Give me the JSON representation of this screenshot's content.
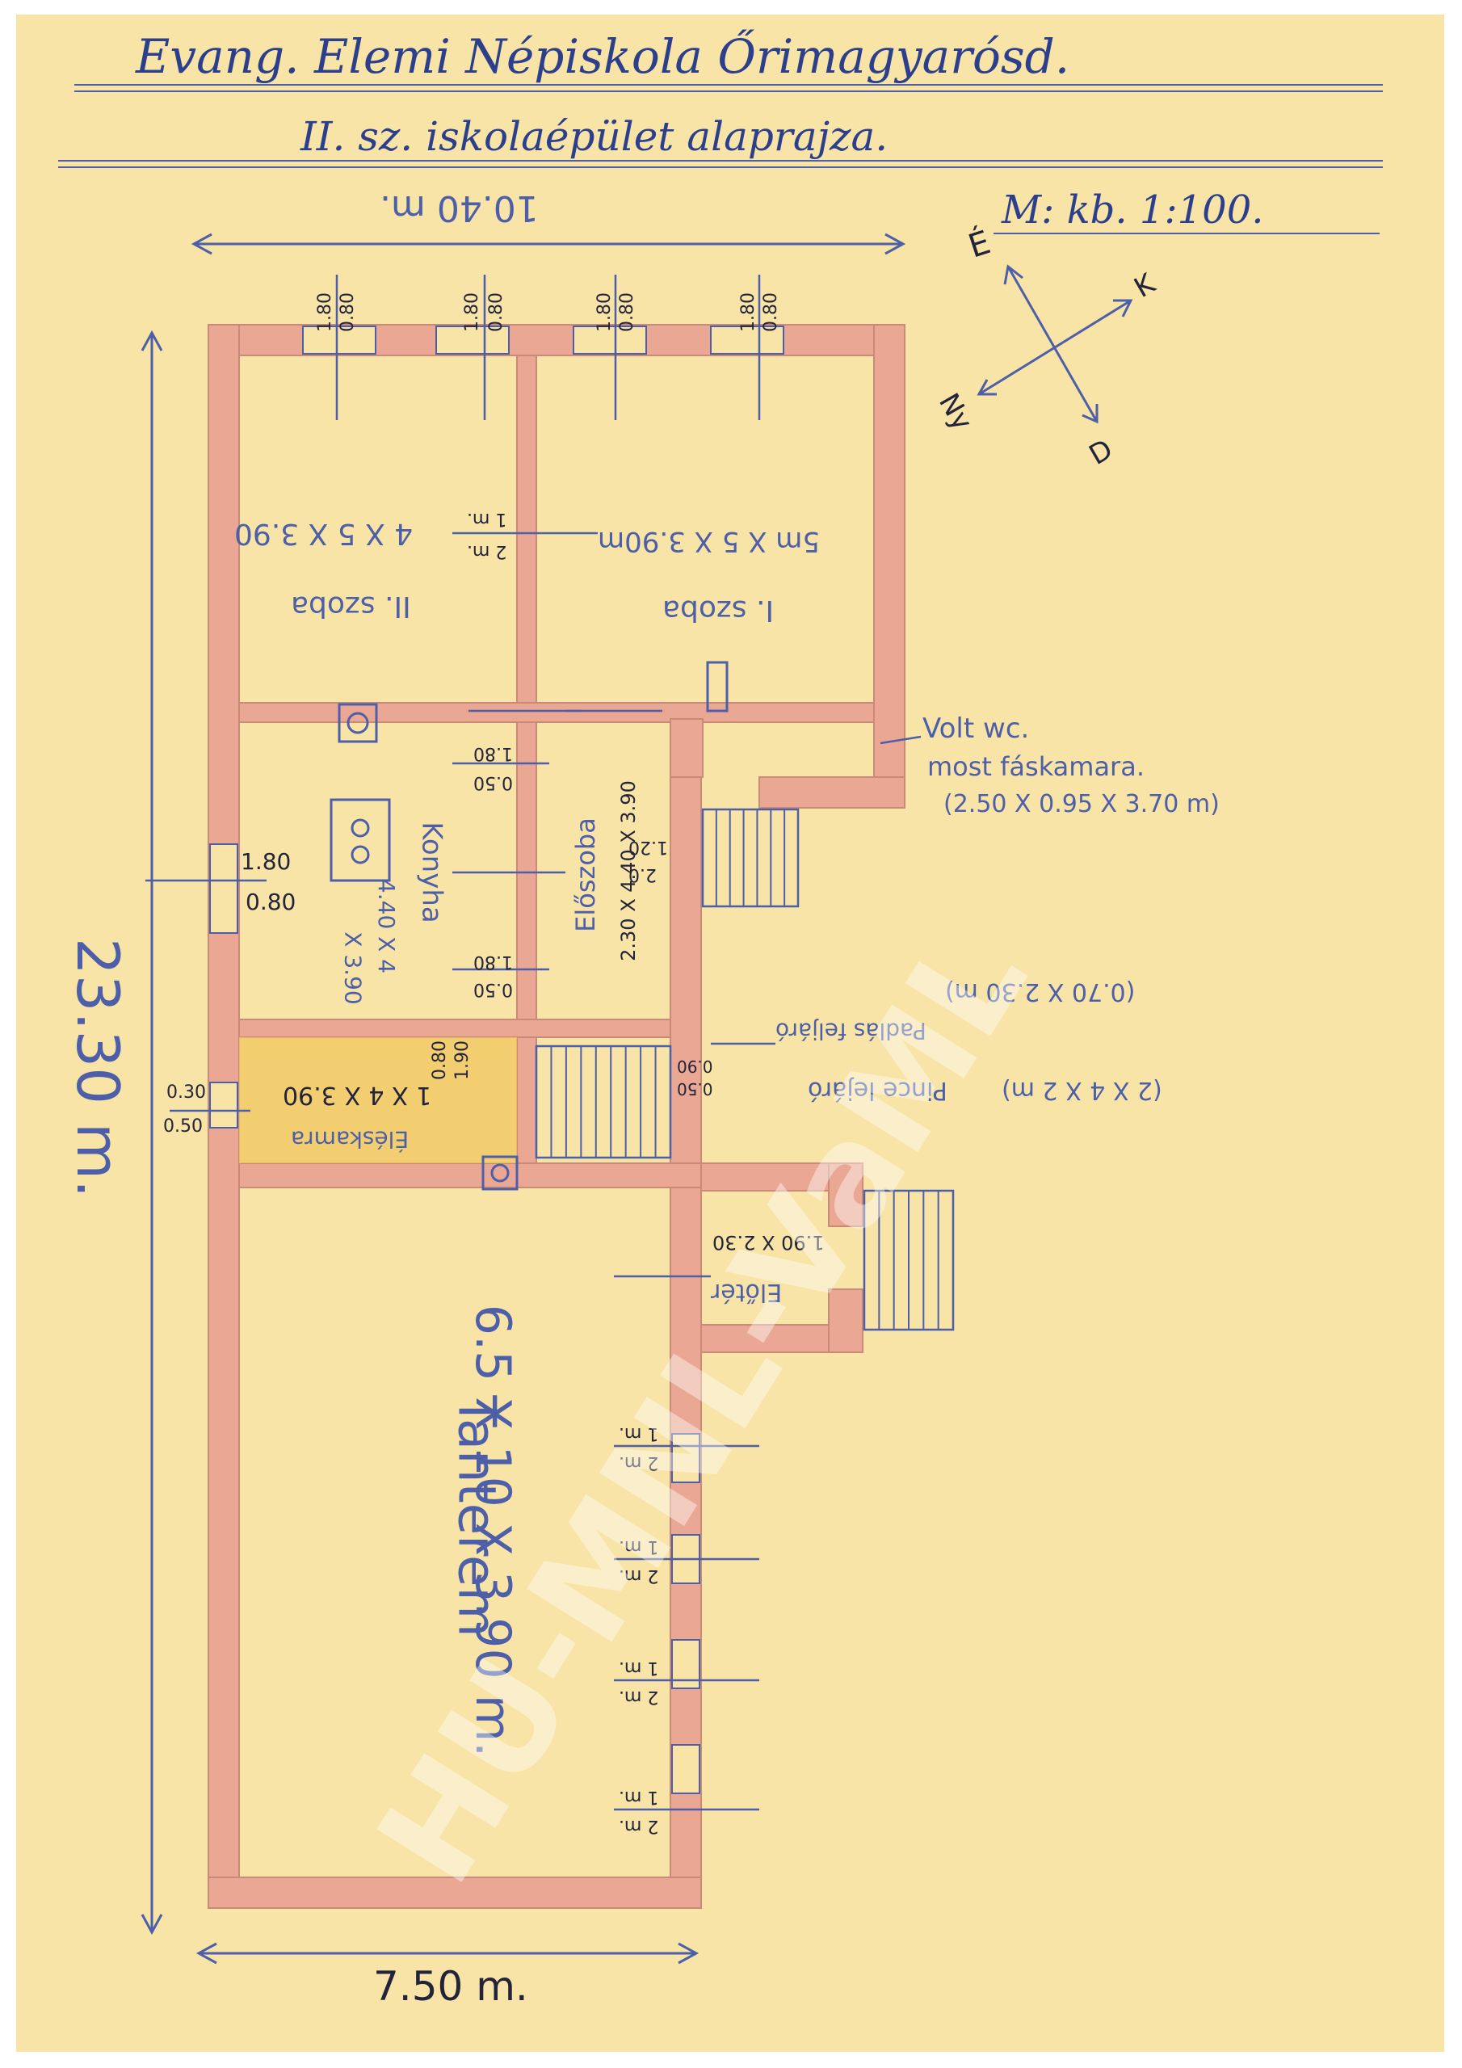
{
  "header": {
    "title": "Evang. Elemi Népiskola Őrimagyarósd.",
    "subtitle": "II. sz. iskolaépület alaprajza.",
    "scale": "M: kb. 1:100."
  },
  "compass": {
    "north": "É",
    "east": "K",
    "south": "D",
    "west": "Ny"
  },
  "dimensions": {
    "top_width": "10.40 m.",
    "total_length": "23.30 m.",
    "bottom_width": "7.50 m."
  },
  "rooms": {
    "room2_label": "II. szoba",
    "room2_dims": "4 X 5 X 3.90",
    "room1_label": "I. szoba",
    "room1_dims": "5m X 5 X 3.90m",
    "kitchen_label": "Konyha",
    "kitchen_dims_a": "4.40 X 4",
    "kitchen_dims_b": "X 3.90",
    "hall_label": "Előszoba",
    "hall_dims": "2.30 X 4.40 X 3.90",
    "pantry_label": "Éléskamra",
    "pantry_dims": "1 X 4 X 3.90",
    "wc_note_1": "Volt wc.",
    "wc_note_2": "most fáskamara.",
    "wc_note_3": "(2.50 X 0.95 X 3.70 m)",
    "attic_label": "Padlás feljáró",
    "attic_dims": "(0.70 X 2.30 m)",
    "stairs_label": "Pince lejáró",
    "stairs_dims": "(2 X 4 X 2 m)",
    "porch_label": "Előtér",
    "porch_dims": "1.90 X 2.30",
    "classroom_label": "Tanterem",
    "classroom_dims": "6.5 X 10 X 3.90 m."
  },
  "window_marks": {
    "top_a": "1.80",
    "top_b": "0.80",
    "m1": "1 m.",
    "m2": "2 m.",
    "side_a": "1.80",
    "side_b": "0.80",
    "small_a": "0.30",
    "small_b": "0.50",
    "w1": "1.80",
    "w2": "0.50",
    "w3": "1.20",
    "w4": "2.0",
    "w5": "1.90",
    "w6": "0.80",
    "w7": "0.90",
    "w8": "0.50"
  },
  "watermark": "HU-MNL-VaML",
  "colors": {
    "paper": "#f8e4a6",
    "wall": "#eaa793",
    "pencil": "#4d5fa8",
    "ink": "#2c3f8c",
    "pantry": "#f2c75e"
  }
}
